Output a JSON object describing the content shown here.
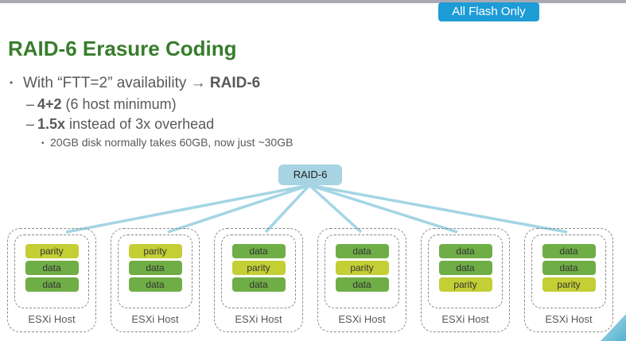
{
  "badge": {
    "label": "All Flash Only",
    "bg": "#1E9CD6"
  },
  "title": {
    "text": "RAID-6 Erasure Coding",
    "color": "#377D2B"
  },
  "bullets": {
    "b1": {
      "marker": "•",
      "pre": "With “FTT=2” availability ",
      "arrow": "→ ",
      "bold": "RAID-6"
    },
    "b2": {
      "marker": "–",
      "bold": "4+2",
      "rest": " (6 host minimum)"
    },
    "b3": {
      "marker": "–",
      "bold": "1.5x",
      "rest": " instead of 3x overhead"
    },
    "b4": {
      "marker": "•",
      "text": "20GB disk normally takes 60GB, now just ~30GB"
    }
  },
  "diagram": {
    "root_label": "RAID-6",
    "root_bg": "#A7D3E2",
    "line_color": "#A3D5E5",
    "host_label": "ESXi Host",
    "block_colors": {
      "data": "#6FAE47",
      "parity": "#C3CF35"
    },
    "hosts": [
      {
        "blocks": [
          "parity",
          "data",
          "data"
        ]
      },
      {
        "blocks": [
          "parity",
          "data",
          "data"
        ]
      },
      {
        "blocks": [
          "data",
          "parity",
          "data"
        ]
      },
      {
        "blocks": [
          "data",
          "parity",
          "data"
        ]
      },
      {
        "blocks": [
          "data",
          "data",
          "parity"
        ]
      },
      {
        "blocks": [
          "data",
          "data",
          "parity"
        ]
      }
    ]
  },
  "colors": {
    "body_text": "#595959",
    "top_bar": "#A8AAB3"
  }
}
